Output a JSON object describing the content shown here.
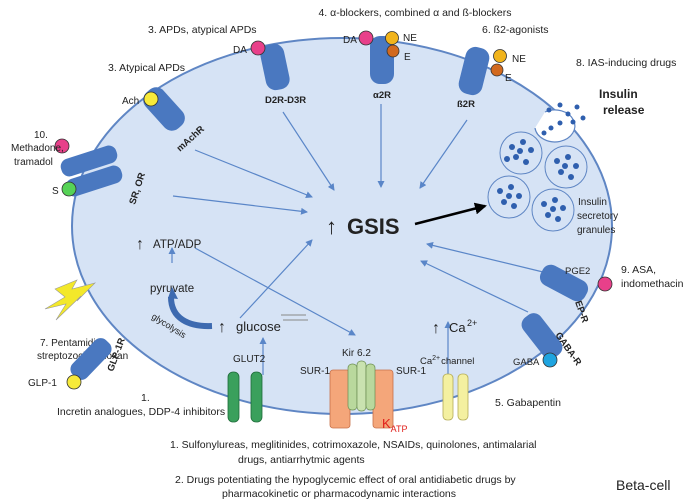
{
  "colors": {
    "cell_fill": "#d6e3f5",
    "cell_stroke": "#5f86c4",
    "receptor": "#4a78c0",
    "arrow": "#5a86c8",
    "channel_green": "#3aa05c",
    "channel_orange": "#f4a67a",
    "channel_yellow": "#f4f0a0",
    "lightning": "#f3e82a",
    "ligand_pink": "#e8408a",
    "ligand_yellow": "#f7ea3a",
    "ligand_orange": "#f1b41c",
    "ligand_brown": "#d2691e",
    "ligand_green": "#56d256",
    "ligand_cyan": "#1ea4e0",
    "katp_red": "#e0201c"
  },
  "labels": {
    "l4": "4. α-blockers, combined α and ß-blockers",
    "l3a": "3. APDs, atypical APDs",
    "l6": "6. ß2-agonists",
    "l3b": "3. Atypical APDs",
    "l8": "8. IAS-inducing drugs",
    "l10_1": "10.",
    "l10_2": "Methadone,",
    "l10_3": "tramadol",
    "l7_1": "7. Pentamidine,",
    "l7_2": "streptozocin, alloxan",
    "l9_1": "9. ASA,",
    "l9_2": "indomethacin",
    "l5": "5. Gabapentin",
    "l1a_1": "1.",
    "l1a_2": "Incretin analogues, DDP-4 inhibitors",
    "l1b_1": "1.  Sulfonylureas, meglitinides, cotrimoxazole, NSAIDs, quinolones, antimalarial",
    "l1b_2": "drugs, antiarrhytmic agents",
    "l2_1": "2. Drugs potentiating the hypoglycemic effect of oral antidiabetic drugs by",
    "l2_2": "pharmacokinetic or pharmacodynamic interactions",
    "beta_cell": "Beta-cell"
  },
  "receptors": {
    "d2r": "D2R-D3R",
    "a2r": "α2R",
    "b2r": "ß2R",
    "machr": "mAchR",
    "sr_or": "SR, OR",
    "glp1r": "GLP-1R",
    "epr": "EP-R",
    "gabar": "GABA-R"
  },
  "ligands": {
    "da1": "DA",
    "da2": "DA",
    "ne1": "NE",
    "e1": "E",
    "ne2": "NE",
    "e2": "E",
    "ach": "Ach",
    "s": "S",
    "glp1": "GLP-1",
    "pge2": "PGE2",
    "gaba": "GABA"
  },
  "cell": {
    "gsis": "GSIS",
    "atp_adp": "ATP/ADP",
    "pyruvate": "pyruvate",
    "glycolysis": "glycolysis",
    "glucose": "glucose",
    "ca": "Ca",
    "ca_sup": "2+",
    "glut2": "GLUT2",
    "kir": "Kir 6.2",
    "sur1a": "SUR-1",
    "sur1b": "SUR-1",
    "ca_channel_pre": "Ca",
    "ca_channel_sup": "2+",
    "ca_channel_post": "channel",
    "katp": "K",
    "katp_sub": "ATP",
    "insulin_release_1": "Insulin",
    "insulin_release_2": "release",
    "granules_1": "Insulin",
    "granules_2": "secretory",
    "granules_3": "granules"
  }
}
